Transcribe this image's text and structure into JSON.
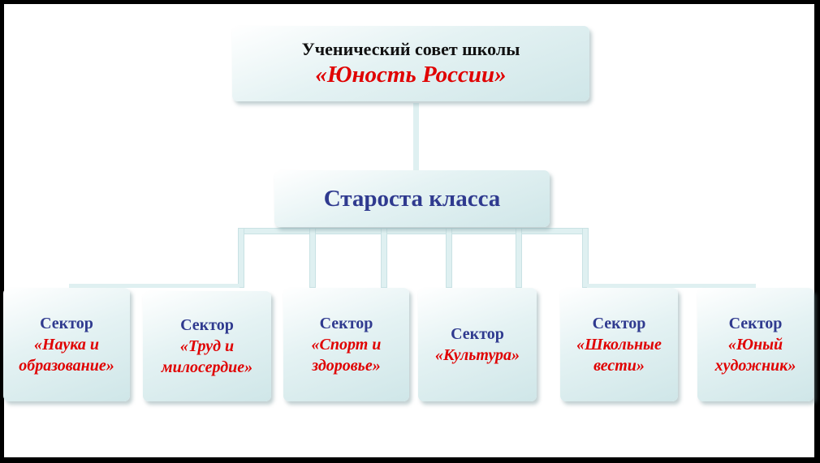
{
  "council": {
    "line1": "Ученический совет школы",
    "line2": "«Юность России»"
  },
  "head": {
    "label": "Староста класса"
  },
  "sectors": [
    {
      "label": "Сектор",
      "name_lines": [
        "«Наука и",
        "образование»"
      ]
    },
    {
      "label": "Сектор",
      "name_lines": [
        "«Труд и",
        "милосердие»"
      ]
    },
    {
      "label": "Сектор",
      "name_lines": [
        "«Спорт и",
        "здоровье»"
      ]
    },
    {
      "label": "Сектор",
      "name_lines": [
        "«Культура»"
      ]
    },
    {
      "label": "Сектор",
      "name_lines": [
        "«Школьные",
        "вести»"
      ]
    },
    {
      "label": "Сектор",
      "name_lines": [
        "«Юный",
        "художник»"
      ]
    }
  ],
  "colors": {
    "background_border": "#000000",
    "box_fill": "#dff0f1",
    "accent_red": "#e00000",
    "accent_blue": "#2f3a8f"
  }
}
